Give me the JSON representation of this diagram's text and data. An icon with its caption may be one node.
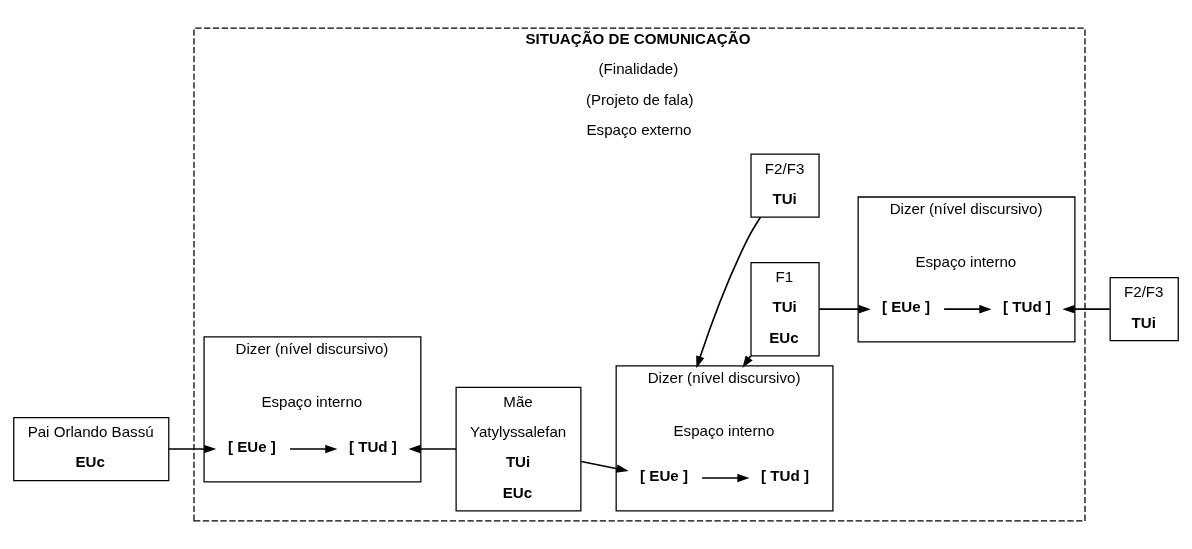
{
  "diagram": {
    "nodes": [
      {
        "text": [
          "SITUAÇÃO DE COMUNICAÇÃO",
          "(Finalidade)",
          "(Projeto de fala)",
          "Espaço externo"
        ]
      },
      {
        "text": [
          "Pai Orlando Bassú",
          "EUc"
        ]
      },
      {
        "text": [
          "Dizer (nível discursivo)",
          "Espaço interno"
        ],
        "in": 0
      },
      {
        "text": [
          "[ EUe ]"
        ],
        "in": 2
      },
      {
        "text": [
          "[ TUd ]"
        ],
        "in": 2
      },
      {
        "text": [
          "Mãe",
          "Yatylyssalefan",
          "TUi",
          "EUc"
        ],
        "in": 0
      },
      {
        "text": [
          "Dizer (nível discursivo)",
          "Espaço interno"
        ],
        "in": 0
      },
      {
        "text": [
          "[ EUe ]"
        ],
        "in": 6
      },
      {
        "text": [
          "[ TUd ]"
        ],
        "in": 6
      },
      {
        "text": [
          "F1",
          "TUi",
          "EUc"
        ],
        "in": 0
      },
      {
        "text": [
          "F2/F3",
          "TUi"
        ],
        "in": 0
      },
      {
        "text": [
          "Dizer (nível discursivo)",
          "Espaço interno"
        ],
        "in": 0
      },
      {
        "text": [
          "[ EUe ]"
        ],
        "in": 11
      },
      {
        "text": [
          "[ TUd ]"
        ],
        "in": 11
      },
      {
        "text": [
          "F2/F3",
          "TUi"
        ]
      }
    ],
    "edges": [
      {
        "from": 1,
        "to": 3,
        "arrow": "to"
      },
      {
        "from": 3,
        "to": 4,
        "arrow": "to"
      },
      {
        "from": 5,
        "to": 4,
        "arrow": "to"
      },
      {
        "from": 5,
        "to": 7,
        "arrow": "to"
      },
      {
        "from": 7,
        "to": 8,
        "arrow": "to"
      },
      {
        "from": 9,
        "to": 6,
        "arrow": "to"
      },
      {
        "from": 10,
        "to": 6,
        "arrow": "to"
      },
      {
        "from": 9,
        "to": 12,
        "arrow": "to"
      },
      {
        "from": 12,
        "to": 13,
        "arrow": "to"
      },
      {
        "from": 14,
        "to": 13,
        "arrow": "to"
      }
    ]
  }
}
